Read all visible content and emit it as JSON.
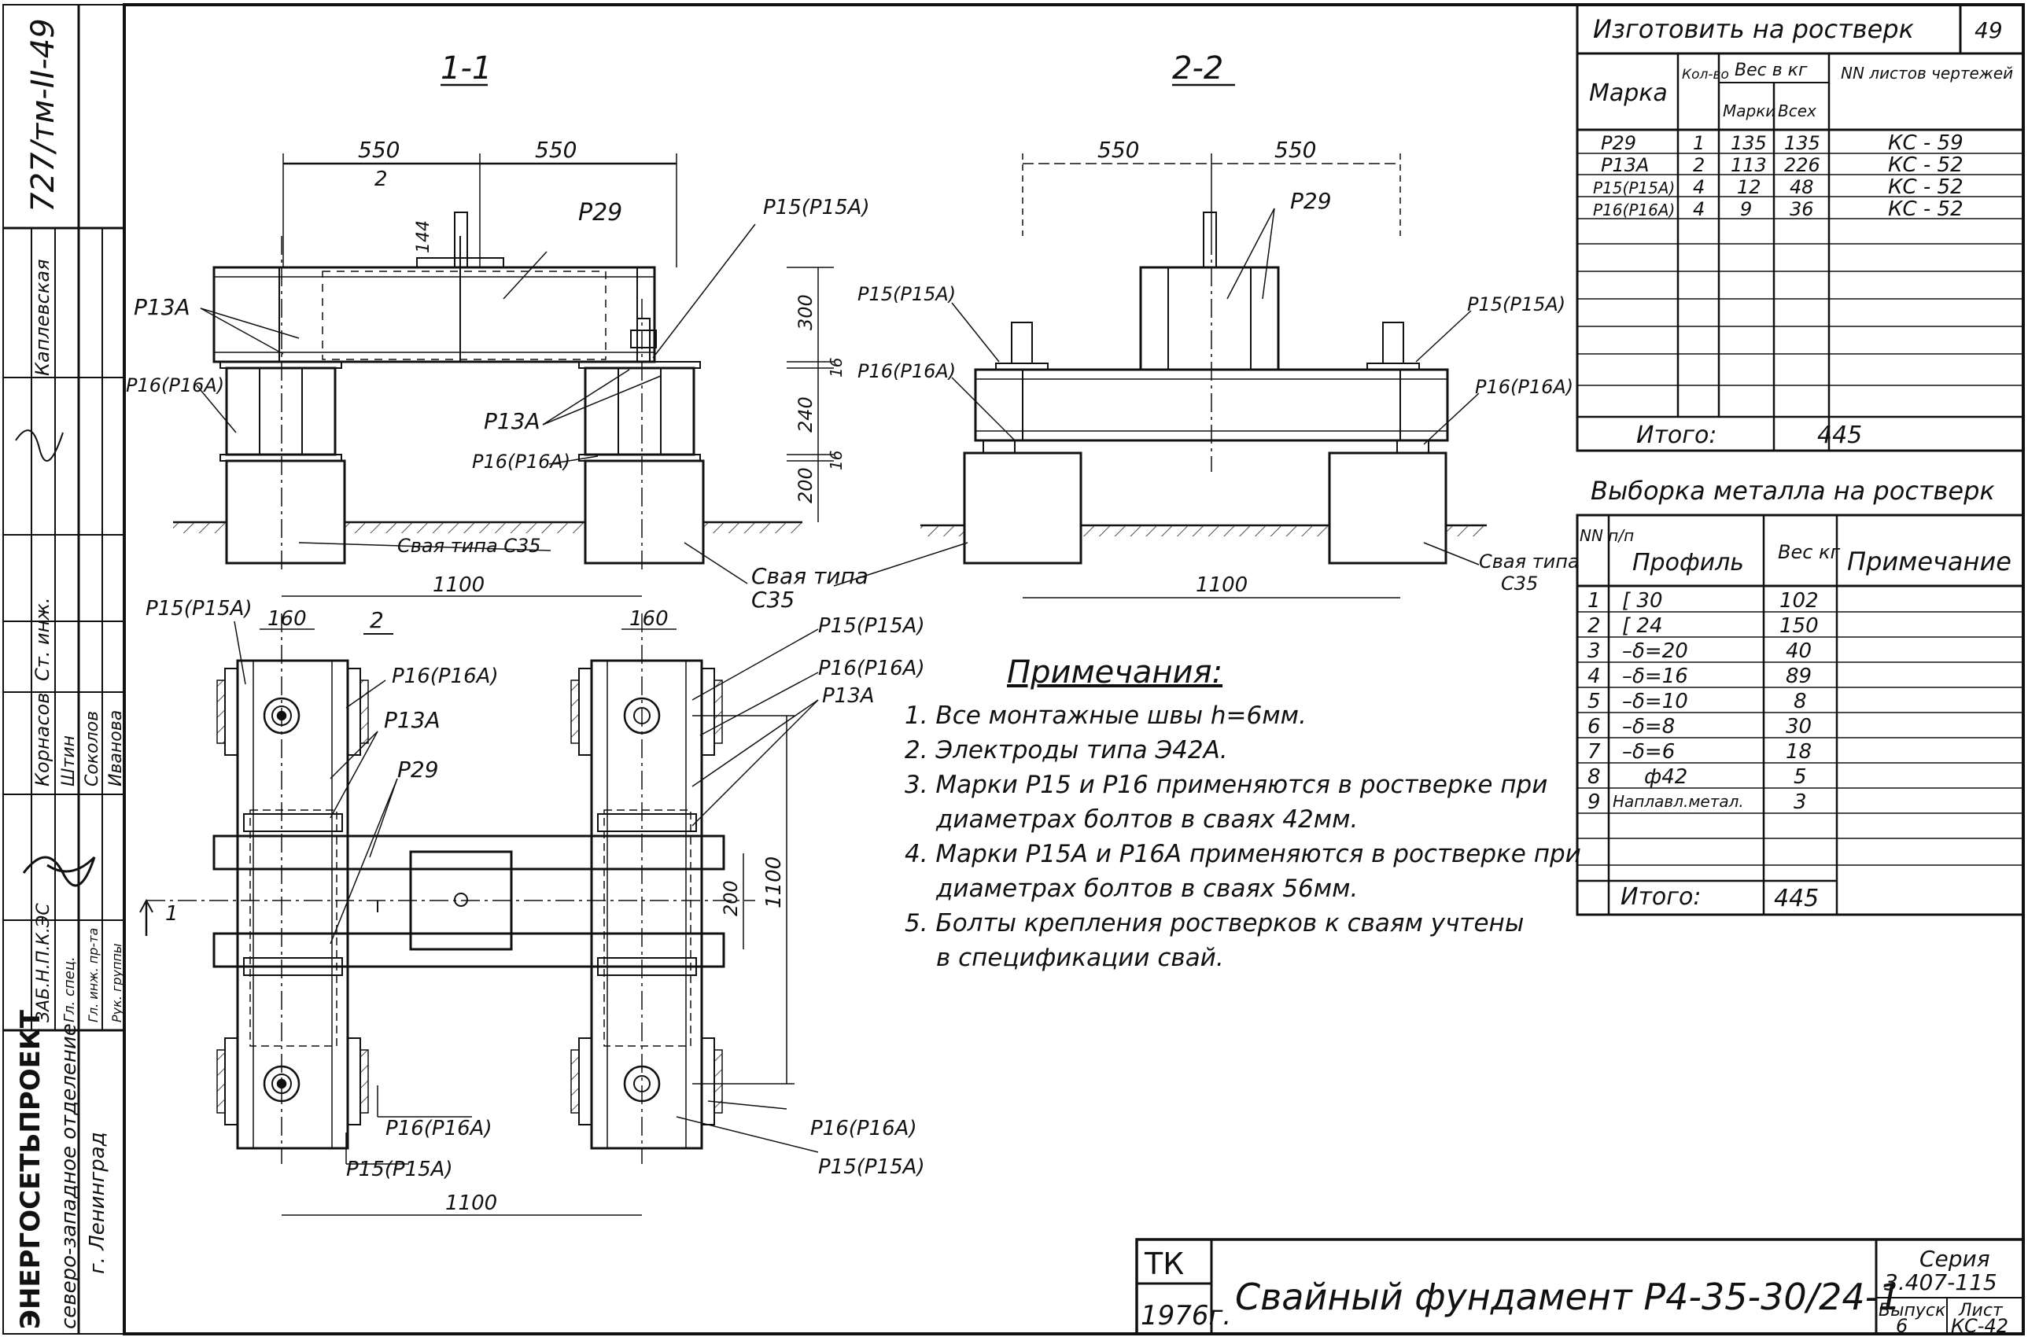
{
  "drawing": {
    "sheet_number": "49",
    "code": "727/тм-II-49",
    "org": {
      "name": "ЭНЕРГОСЕТЬПРОЕКТ",
      "division": "северо-западное отделение",
      "city": "г. Ленинград"
    },
    "stamp_roles": [
      "Гл. спец.",
      "Гл. инж. пр-та",
      "Рук. группы"
    ],
    "stamp_dept": "ЗАБ.Н.П.К.ЭС",
    "signatures": [
      "Каплевская",
      "Ст. инж.",
      "Корнасов",
      "Штин",
      "Соколов",
      "Иванова"
    ]
  },
  "sections": {
    "s11": {
      "title": "1-1",
      "dims": {
        "half_left": "550",
        "half_right": "550",
        "span": "1100",
        "h_beam": "300",
        "h_col": "240",
        "h_pile": "200",
        "gap1": "16",
        "gap2": "16",
        "bolt": "144"
      },
      "cut": "2"
    },
    "s22": {
      "title": "2-2",
      "dims": {
        "half_left": "550",
        "half_right": "550",
        "span": "1100"
      }
    },
    "plan": {
      "dims": {
        "w_left": "160",
        "w_right": "160",
        "beam_w": "200",
        "span_v": "1100",
        "span_h": "1100"
      },
      "cut": "2",
      "cut_v": "1"
    }
  },
  "labels": {
    "p29": "Р29",
    "p13a": "Р13А",
    "p15": "Р15(Р15А)",
    "p16": "Р16(Р16А)",
    "pile": "Свая типа С35",
    "pile_a": "Свая типа",
    "pile_b": "С35"
  },
  "notes": {
    "title": "Примечания:",
    "items": [
      "1. Все монтажные швы h=6мм.",
      "2. Электроды типа Э42А.",
      "3. Марки Р15 и Р16 применяются в ростверке при",
      "диаметрах болтов в сваях 42мм.",
      "4. Марки Р15А и Р16А применяются в ростверке при",
      "диаметрах болтов в сваях 56мм.",
      "5. Болты крепления ростверков к сваям учтены",
      "в спецификации свай."
    ]
  },
  "spec1": {
    "title": "Изготовить на ростверк",
    "headers": {
      "mark": "Марка",
      "qty": "Кол-во",
      "weight": "Вес в кг",
      "w_mark": "Марки",
      "w_all": "Всех",
      "sheets": "NN листов чертежей"
    },
    "rows": [
      [
        "Р29",
        "1",
        "135",
        "135",
        "КС - 59"
      ],
      [
        "Р13А",
        "2",
        "113",
        "226",
        "КС - 52"
      ],
      [
        "Р15(Р15А)",
        "4",
        "12",
        "48",
        "КС - 52"
      ],
      [
        "Р16(Р16А)",
        "4",
        "9",
        "36",
        "КС - 52"
      ]
    ],
    "total_label": "Итого:",
    "total": "445"
  },
  "spec2": {
    "title": "Выборка металла на ростверк",
    "headers": {
      "nn": "NN п/п",
      "profile": "Профиль",
      "weight": "Вес кг",
      "note": "Примечание"
    },
    "rows": [
      [
        "1",
        "[ 30",
        "102"
      ],
      [
        "2",
        "[ 24",
        "150"
      ],
      [
        "3",
        "–δ=20",
        "40"
      ],
      [
        "4",
        "–δ=16",
        "89"
      ],
      [
        "5",
        "–δ=10",
        "8"
      ],
      [
        "6",
        "–δ=8",
        "30"
      ],
      [
        "7",
        "–δ=6",
        "18"
      ],
      [
        "8",
        "ф42",
        "5"
      ],
      [
        "9",
        "Наплавл.метал.",
        "3"
      ]
    ],
    "total_label": "Итого:",
    "total": "445"
  },
  "title_block": {
    "tk": "ТК",
    "year": "1976г.",
    "name": "Свайный фундамент Р4-35-30/24-1",
    "series_label": "Серия",
    "series": "3.407-115",
    "issue_label": "Выпуск",
    "issue": "6",
    "sheet_label": "Лист",
    "sheet": "КС-42"
  }
}
